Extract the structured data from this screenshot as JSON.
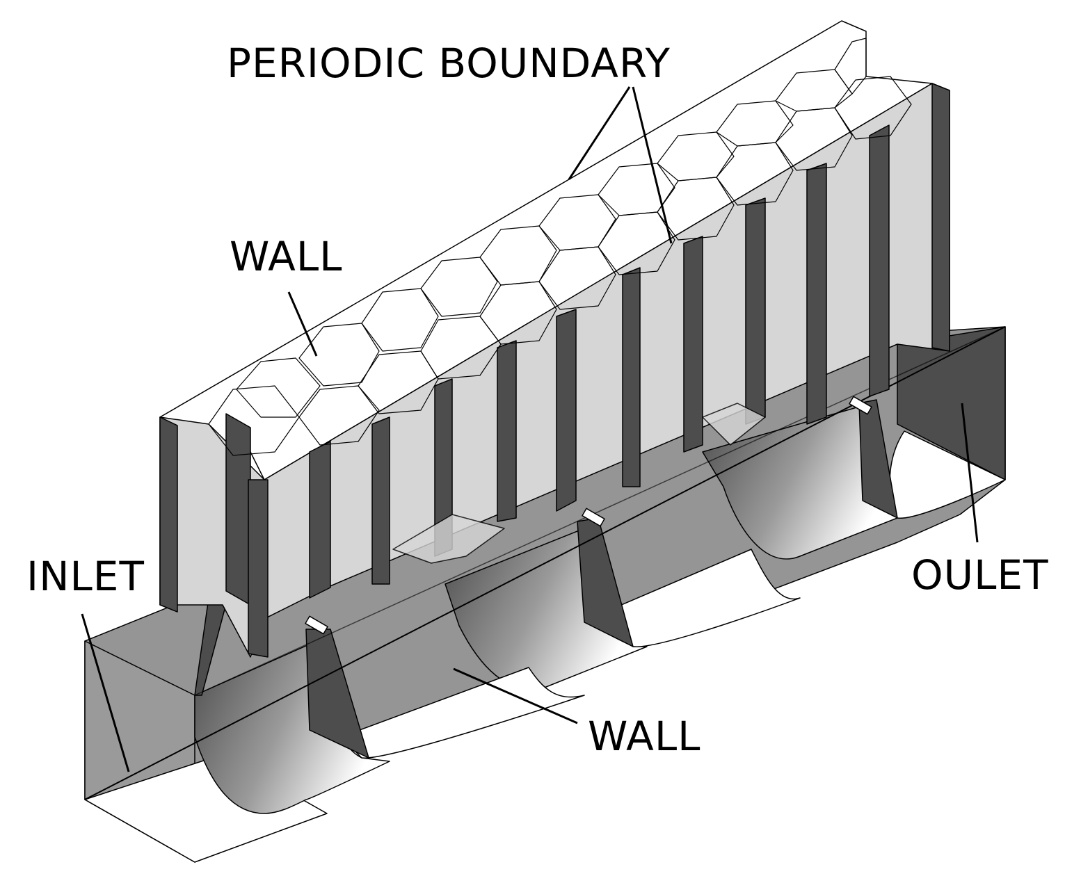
{
  "labels": {
    "periodic": "PERIODIC BOUNDARY",
    "wall_top": "WALL",
    "inlet": "INLET",
    "outlet": "OULET",
    "wall_bottom": "WALL"
  },
  "colors": {
    "background": "#ffffff",
    "line": "#000000",
    "light_face": "#d6d6d6",
    "medium_face": "#959595",
    "dark_face": "#4d4d4d",
    "white_face": "#ffffff"
  }
}
